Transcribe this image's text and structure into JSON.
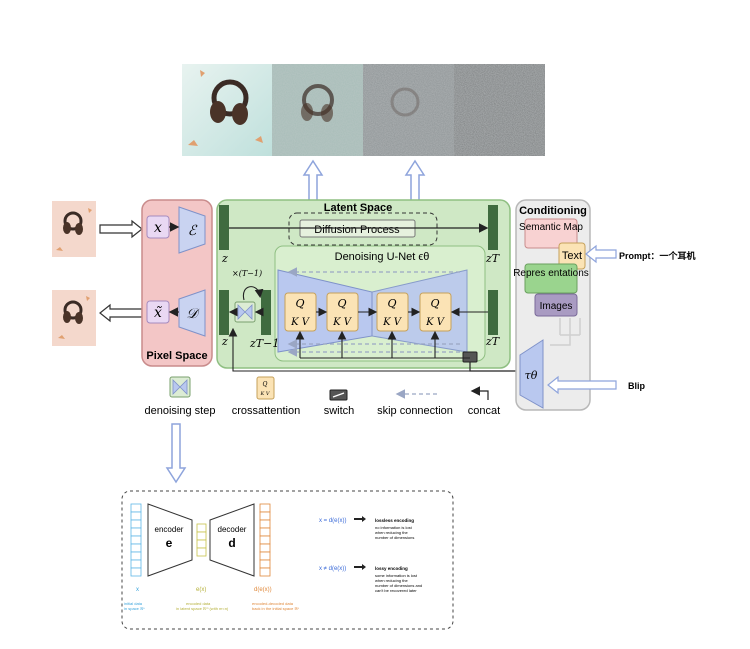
{
  "pixel_space": {
    "title": "Pixel Space",
    "x_symbol": "x",
    "x_tilde_symbol": "x̃",
    "encoder_symbol": "ℰ",
    "decoder_symbol": "𝒟"
  },
  "latent_space": {
    "title": "Latent Space",
    "diffusion_process": "Diffusion Process",
    "unet_label": "Denoising U-Net ϵθ",
    "z": "z",
    "z_T": "zT",
    "z_T_minus_1": "zT−1",
    "loop_label": "×(T−1)",
    "q_label": "Q",
    "kv_label": "K V"
  },
  "conditioning": {
    "title": "Conditioning",
    "semantic_map": "Semantic Map",
    "text": "Text",
    "representations": "Repres entations",
    "images": "Images",
    "tau": "τθ"
  },
  "annotations": {
    "prompt": "Prompt：一个耳机",
    "blip": "Blip"
  },
  "legend": {
    "denoising_step": "denoising step",
    "crossattention": "crossattention",
    "switch": "switch",
    "skip_connection": "skip connection",
    "concat": "concat"
  },
  "autoencoder": {
    "encoder": "encoder",
    "encoder_letter": "e",
    "decoder": "decoder",
    "decoder_letter": "d",
    "x_label": "x",
    "x_caption1": "initial data",
    "x_caption2": "in space ℝⁿ",
    "ex_label": "e(x)",
    "ex_caption1": "encoded data",
    "ex_caption2": "in latent space ℝᵐ (with m<n)",
    "dex_label": "d(e(x))",
    "dex_caption1": "encoded-decoded data",
    "dex_caption2": "back in the initial space ℝⁿ",
    "lossless_eq": "x = d(e(x))",
    "lossless_title": "lossless encoding",
    "lossless_desc1": "no information is lost",
    "lossless_desc2": "when reducing the",
    "lossless_desc3": "number of dimensions",
    "lossy_eq": "x ≠ d(e(x))",
    "lossy_title": "lossy encoding",
    "lossy_desc1": "some information is lost",
    "lossy_desc2": "when reducing the",
    "lossy_desc3": "number of dimensions and",
    "lossy_desc4": "can't be recovered later"
  },
  "colors": {
    "pixel_bg": "#f3c6c6",
    "latent_bg": "#cfe8c5",
    "cond_bg": "#ececec",
    "blue_shape": "#c9d3f1",
    "attn_bg": "#fbe3b5",
    "dark_green": "#3f6b3f",
    "arrow_blue": "#8ea4dc"
  }
}
